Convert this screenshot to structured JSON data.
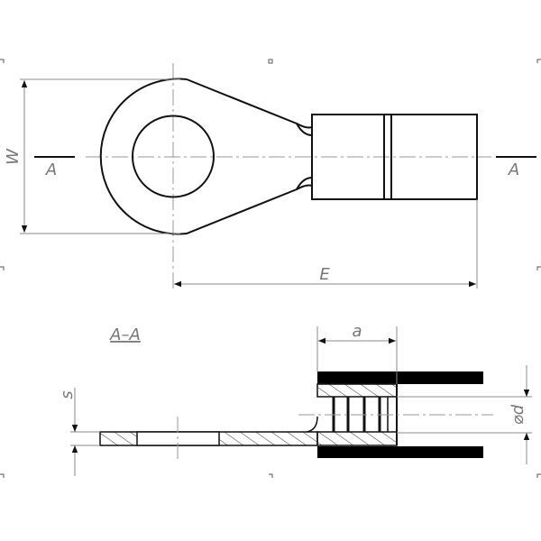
{
  "drawing": {
    "top_view": {
      "dim_width_label": "W",
      "dim_length_label": "E",
      "section_mark_left": "A",
      "section_mark_right": "A"
    },
    "section_view": {
      "title": "A–A",
      "dim_barrel_length_label": "a",
      "dim_thickness_label": "s",
      "dim_diameter_label": "⌀d"
    },
    "colors": {
      "line": "#111111",
      "dim": "#8a8a8a",
      "insulation": "#000000"
    }
  }
}
